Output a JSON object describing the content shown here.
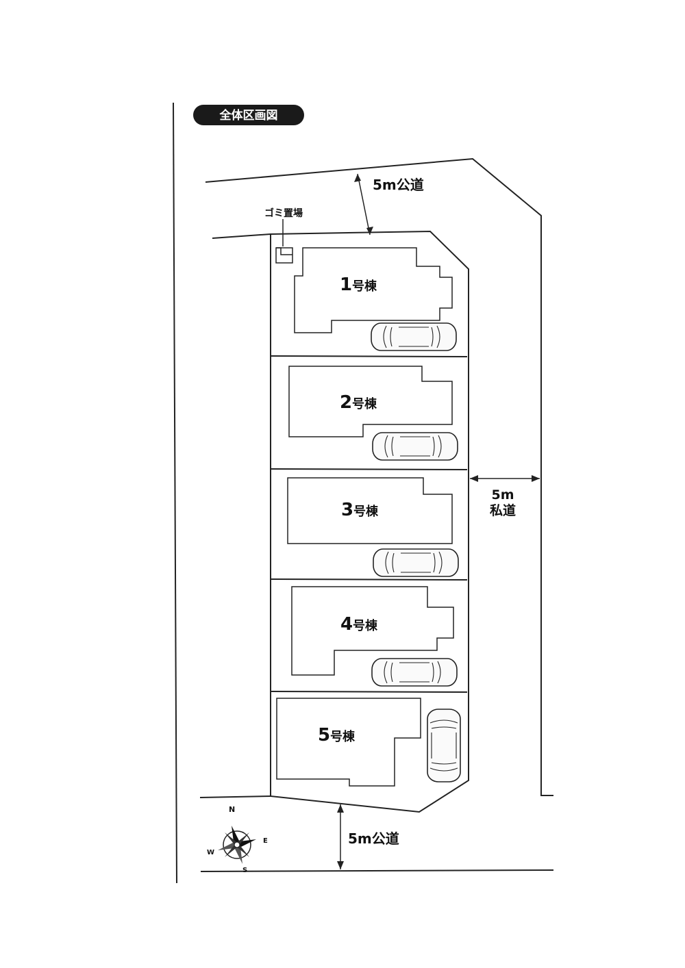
{
  "title": "全体区画図",
  "roads": {
    "north": "5m公道",
    "south": "5m公道",
    "east_line1": "5m",
    "east_line2": "私道"
  },
  "garbage_area": "ゴミ置場",
  "buildings": [
    {
      "number": "1",
      "suffix": "号棟"
    },
    {
      "number": "2",
      "suffix": "号棟"
    },
    {
      "number": "3",
      "suffix": "号棟"
    },
    {
      "number": "4",
      "suffix": "号棟"
    },
    {
      "number": "5",
      "suffix": "号棟"
    }
  ],
  "compass": {
    "n": "N",
    "e": "E",
    "s": "S",
    "w": "W"
  },
  "colors": {
    "ink": "#222222",
    "title_bg": "#1a1a1a"
  }
}
